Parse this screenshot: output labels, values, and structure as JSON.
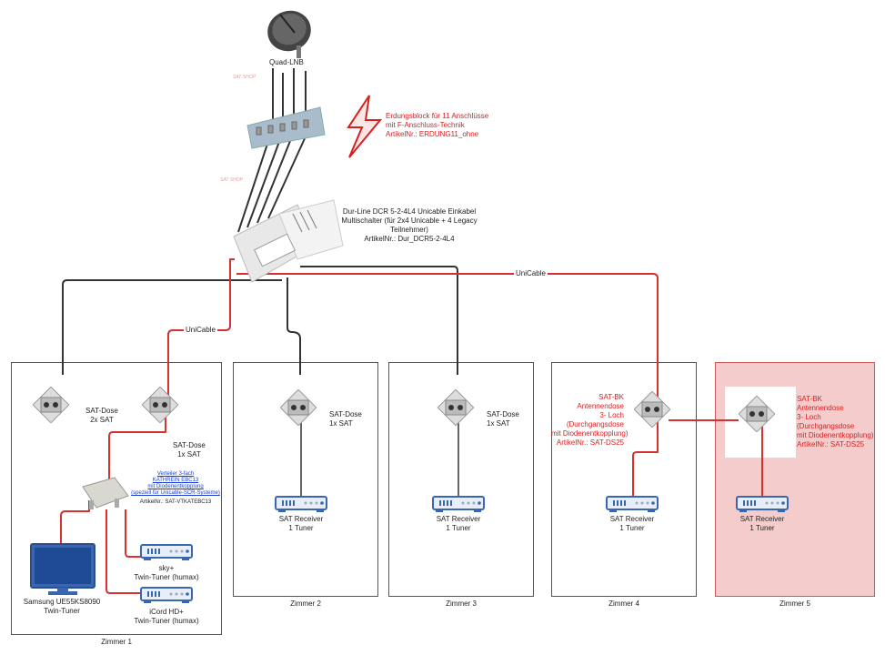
{
  "top": {
    "lnb_label": "Quad-LNB",
    "grounding": {
      "line1": "Erdungsblock für 11 Anschlüsse",
      "line2": "mit F-Anschluss-Technik",
      "line3": "ArtikelNr.: ERDUNG11_ohne"
    },
    "multiswitch": {
      "line1": "Dur-Line DCR 5-2-4L4 Unicable Einkabel",
      "line2": "Multischalter (für 2x4 Unicable + 4 Legacy",
      "line3": "Teilnehmer)",
      "line4": "ArtikelNr.: Dur_DCR5-2-4L4"
    },
    "watermark": "SAT SHOP"
  },
  "wires": {
    "unicable_label_1": "UniCable",
    "unicable_label_2": "UniCable",
    "colors": {
      "legacy": "#333333",
      "unicable": "#d63030"
    }
  },
  "rooms": [
    {
      "title": "Zimmer 1",
      "dose_2x": {
        "line1": "SAT-Dose",
        "line2": "2x SAT"
      },
      "dose_1x": {
        "line1": "SAT-Dose",
        "line2": "1x SAT"
      },
      "splitter": {
        "line1": "Verteiler 3-fach",
        "line2": "KATHREIN EBC13",
        "line3": "mit Diodenentkopplung",
        "line4": "(speziell für Unicable-SCR-Systeme)",
        "line5": "ArtikelNr.: SAT-VTKATEBC13"
      },
      "tv": {
        "line1": "Samsung UE55KS8090",
        "line2": "Twin-Tuner"
      },
      "receiver_a": {
        "line1": "sky+",
        "line2": "Twin-Tuner (humax)"
      },
      "receiver_b": {
        "line1": "iCord HD+",
        "line2": "Twin-Tuner (humax)"
      }
    },
    {
      "title": "Zimmer 2",
      "dose": {
        "line1": "SAT-Dose",
        "line2": "1x SAT"
      },
      "receiver": {
        "line1": "SAT Receiver",
        "line2": "1 Tuner"
      }
    },
    {
      "title": "Zimmer 3",
      "dose": {
        "line1": "SAT-Dose",
        "line2": "1x SAT"
      },
      "receiver": {
        "line1": "SAT Receiver",
        "line2": "1 Tuner"
      }
    },
    {
      "title": "Zimmer 4",
      "dose": {
        "line1": "SAT-BK",
        "line2": "Antennendose",
        "line3": "3- Loch",
        "line4": "(Durchgangsdose",
        "line5": "mit Diodenentkopplung)",
        "line6": "ArtikelNr.: SAT-DS25"
      },
      "receiver": {
        "line1": "SAT Receiver",
        "line2": "1 Tuner"
      }
    },
    {
      "title": "Zimmer 5",
      "dose": {
        "line1": "SAT-BK",
        "line2": "Antennendose",
        "line3": "3- Loch",
        "line4": "(Durchgangsdose",
        "line5": "mit Diodenentkopplung)",
        "line6": "ArtikelNr.: SAT-DS25"
      },
      "receiver": {
        "line1": "SAT Receiver",
        "line2": "1 Tuner"
      }
    }
  ]
}
